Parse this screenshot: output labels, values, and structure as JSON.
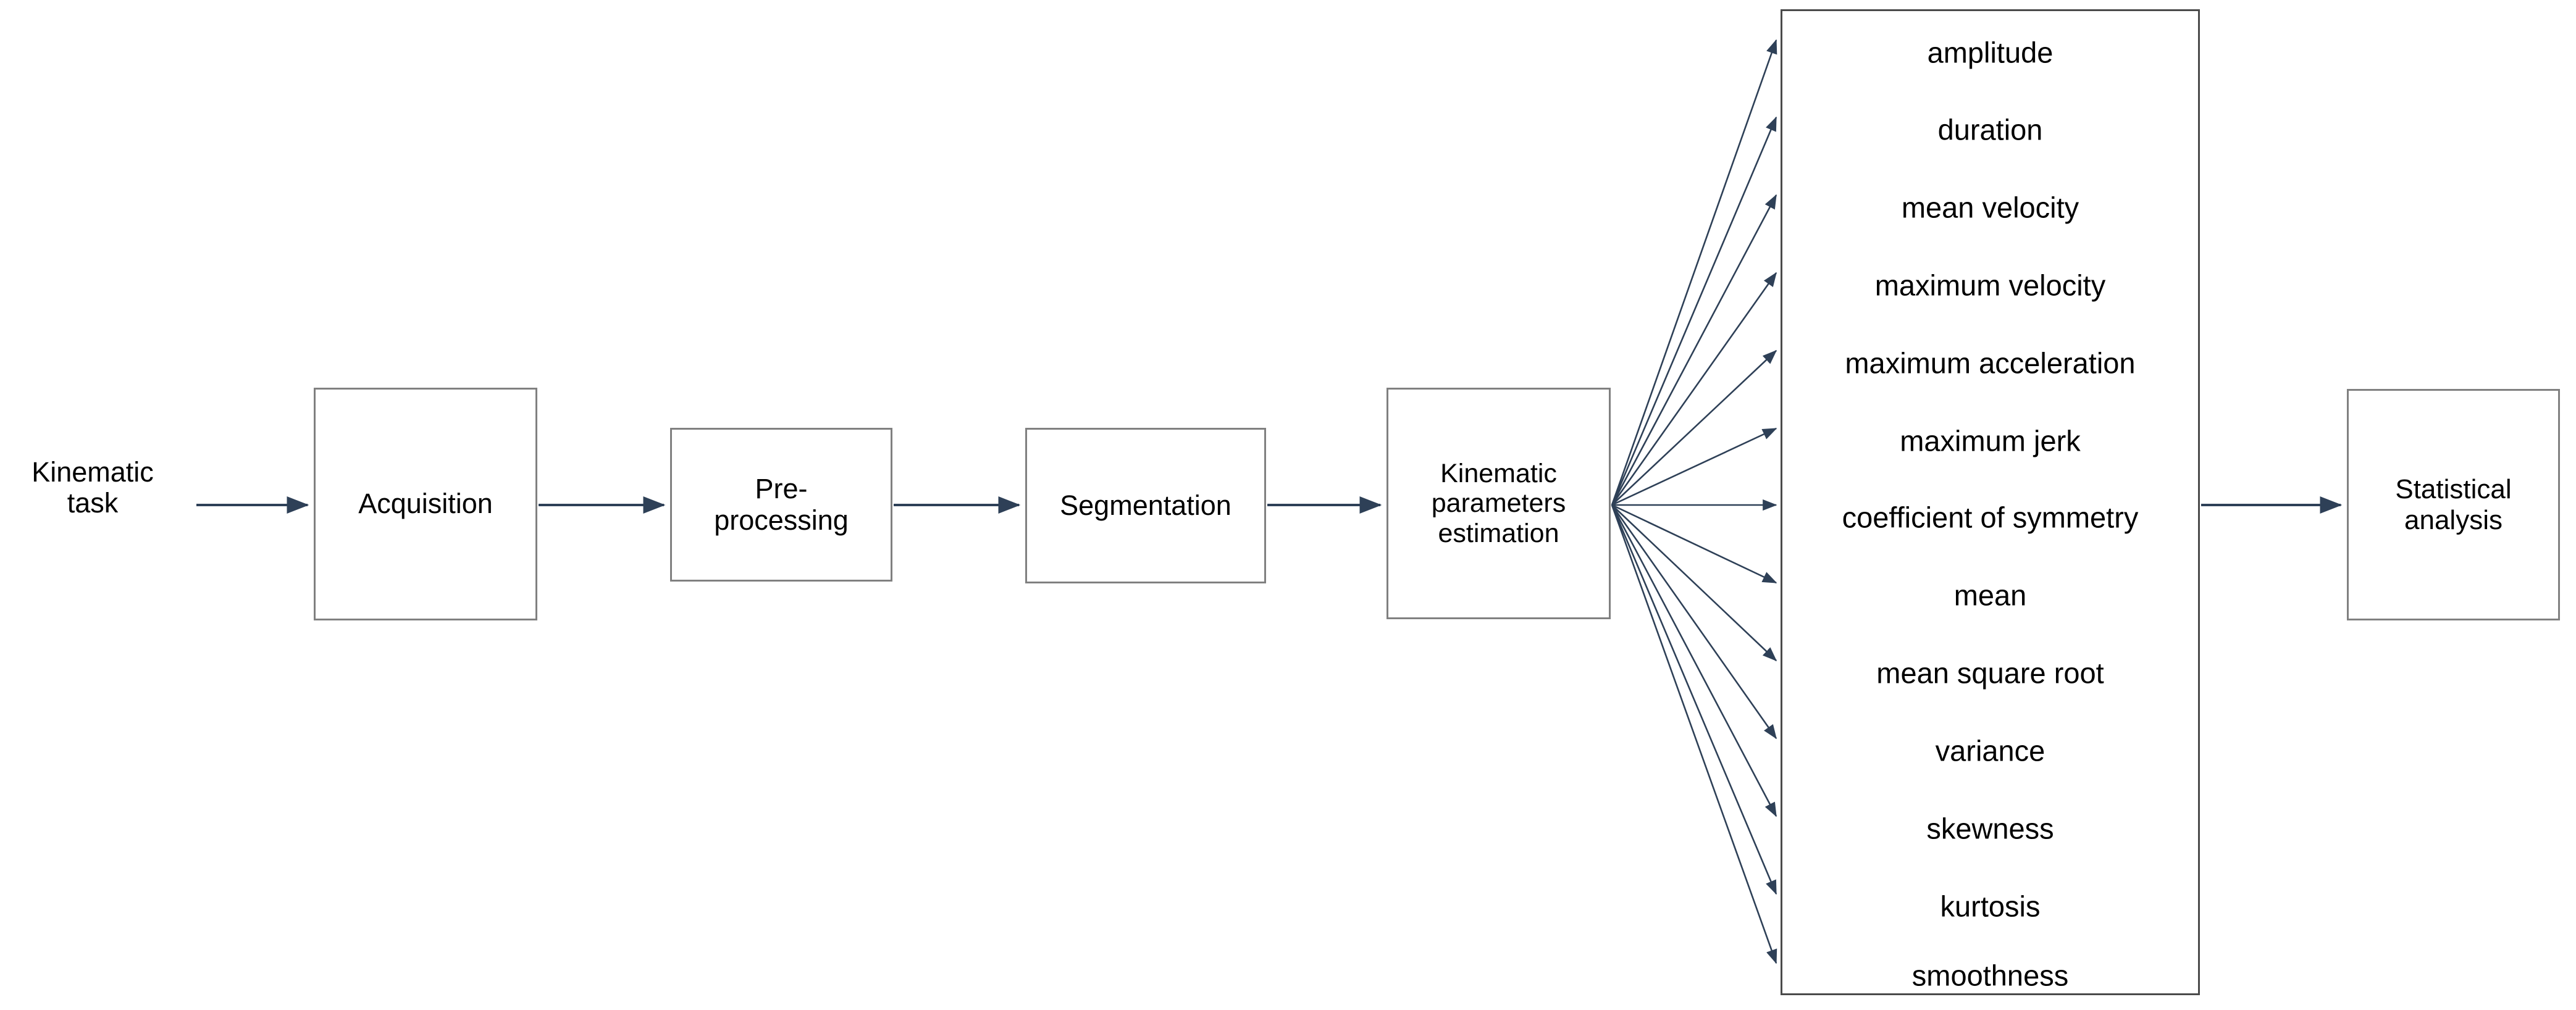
{
  "diagram": {
    "title": "Kinematic analysis pipeline flowchart",
    "colors": {
      "arrow": "#2E4057",
      "box_border": "#808080",
      "list_box_border": "#4a4a4a",
      "background": "#ffffff",
      "text": "#000000"
    },
    "entry_label": "Kinematic\ntask",
    "nodes": [
      {
        "id": "acquisition",
        "label": "Acquisition"
      },
      {
        "id": "preprocessing",
        "label": "Pre-\nprocessing"
      },
      {
        "id": "segmentation",
        "label": "Segmentation"
      },
      {
        "id": "kinematic_params",
        "label": "Kinematic\nparameters\nestimation"
      },
      {
        "id": "statistical_analysis",
        "label": "Statistical\nanalysis"
      }
    ],
    "parameters": [
      "amplitude",
      "duration",
      "mean velocity",
      "maximum velocity",
      "maximum acceleration",
      "maximum jerk",
      "coefficient of symmetry",
      "mean",
      "mean square root",
      "variance",
      "skewness",
      "kurtosis",
      "smoothness"
    ]
  }
}
